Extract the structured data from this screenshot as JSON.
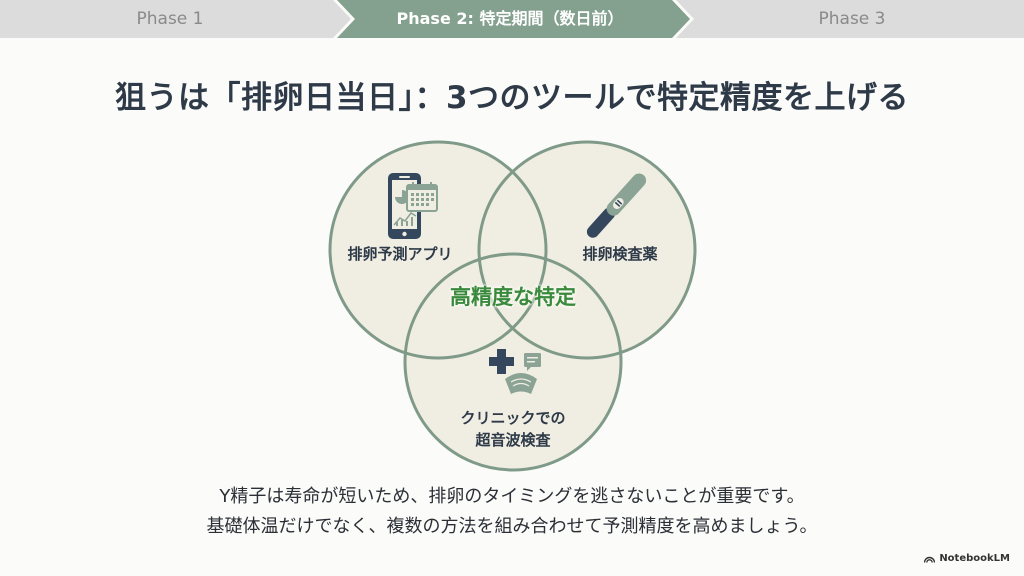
{
  "phase_bar": {
    "phases": [
      {
        "label": "Phase 1",
        "state": "inactive"
      },
      {
        "label": "Phase 2: 特定期間（数日前）",
        "state": "active"
      },
      {
        "label": "Phase 3",
        "state": "inactive"
      }
    ],
    "colors": {
      "active": "#84a08e",
      "inactive": "#dcdcdc"
    }
  },
  "title": "狙うは「排卵日当日」：3つのツールで特定精度を上げる",
  "venn": {
    "circles": [
      {
        "label": "排卵予測アプリ",
        "icon": "smartphone-calendar-chart-icon"
      },
      {
        "label": "排卵検査薬",
        "icon": "ovulation-test-stick-icon"
      },
      {
        "label": "クリニックでの\n超音波検査",
        "label_line1": "クリニックでの",
        "label_line2": "超音波検査",
        "icon": "medical-cross-ultrasound-icon"
      }
    ],
    "center_label": "高精度な特定",
    "colors": {
      "stroke": "#7f9a88",
      "fill": "#f0eee3",
      "center_text": "#3a8a3e"
    }
  },
  "caption": {
    "line1": "Y精子は寿命が短いため、排卵のタイミングを逃さないことが重要です。",
    "line2": "基礎体温だけでなく、複数の方法を組み合わせて予測精度を高めましょう。"
  },
  "brand": {
    "label": "NotebookLM",
    "icon": "notebooklm-logo-icon"
  }
}
